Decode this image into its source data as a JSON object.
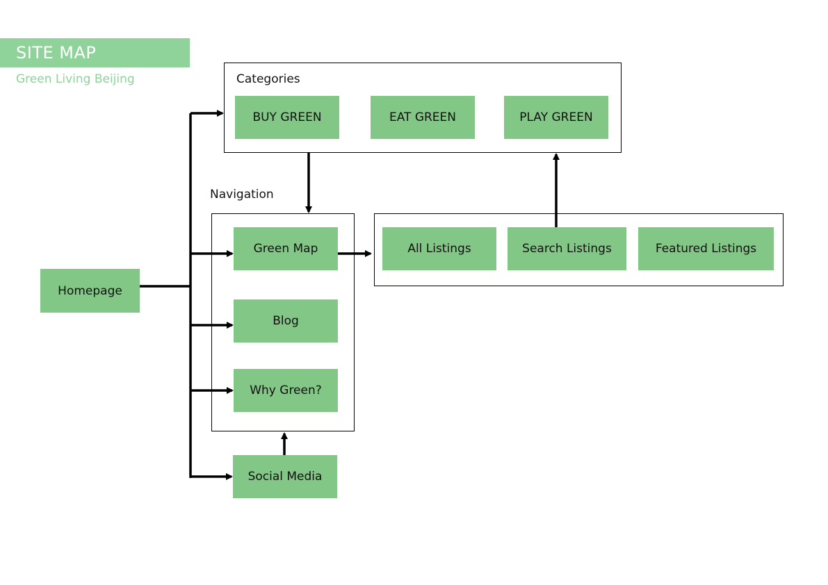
{
  "header": {
    "title": "SITE MAP",
    "subtitle": "Green Living Beijing"
  },
  "groups": {
    "categories": "Categories",
    "navigation": "Navigation"
  },
  "nodes": {
    "homepage": "Homepage",
    "buy_green": "BUY GREEN",
    "eat_green": "EAT GREEN",
    "play_green": "PLAY GREEN",
    "green_map": "Green Map",
    "blog": "Blog",
    "why_green": "Why Green?",
    "social_media": "Social Media",
    "all_listings": "All Listings",
    "search_listings": "Search Listings",
    "featured_listings": "Featured Listings"
  },
  "edges": [
    {
      "from": "homepage",
      "to": "categories"
    },
    {
      "from": "homepage",
      "to": "green_map"
    },
    {
      "from": "homepage",
      "to": "blog"
    },
    {
      "from": "homepage",
      "to": "why_green"
    },
    {
      "from": "homepage",
      "to": "social_media"
    },
    {
      "from": "categories",
      "to": "navigation"
    },
    {
      "from": "green_map",
      "to": "listings"
    },
    {
      "from": "search_listings",
      "to": "categories"
    },
    {
      "from": "social_media",
      "to": "navigation"
    }
  ],
  "colors": {
    "banner": "#8fd29a",
    "node_fill": "#82c785",
    "edge": "#000000"
  }
}
